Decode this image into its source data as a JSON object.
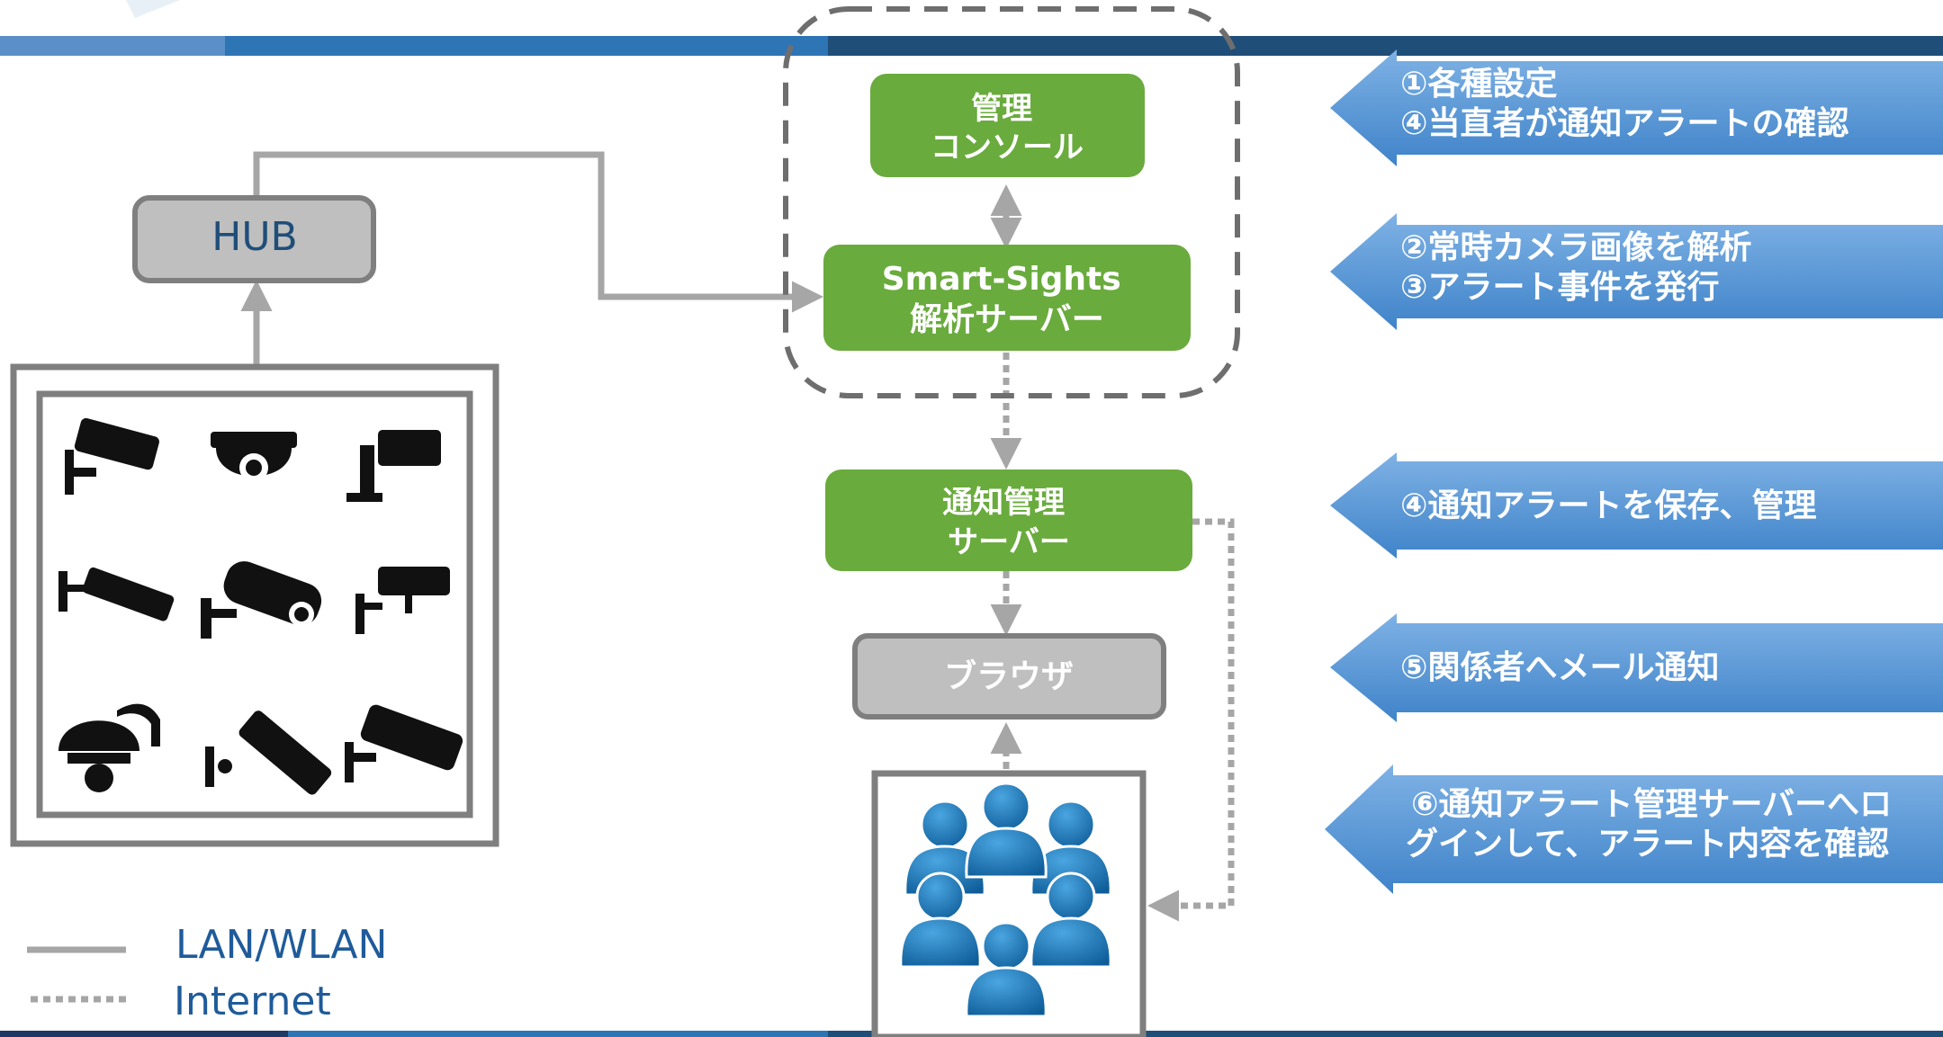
{
  "nodes": {
    "hub": "HUB",
    "console": [
      "管理",
      "コンソール"
    ],
    "analysis_server": [
      "Smart-Sights",
      "解析サーバー"
    ],
    "notification_server": [
      "通知管理",
      "サーバー"
    ],
    "browser": "ブラウザ"
  },
  "callouts": [
    [
      "①各種設定",
      "④当直者が通知アラートの確認"
    ],
    [
      "②常時カメラ画像を解析",
      "③アラート事件を発行"
    ],
    [
      "④通知アラートを保存、管理"
    ],
    [
      "⑤関係者へメール通知"
    ],
    [
      "⑥通知アラート管理サーバーへロ",
      "グインして、アラート内容を確認"
    ]
  ],
  "legend": {
    "lan": "LAN/WLAN",
    "internet": "Internet"
  },
  "colors": {
    "green": "#6aab3d",
    "gray_node": "#bfbfbf",
    "gray_border": "#7f7f7f",
    "line": "#a6a6a6",
    "callout_blue": "#5d9ad6",
    "legend_text": "#1f5b9a",
    "banner_dark": "#1f4e79",
    "banner_mid": "#2e75b6"
  },
  "icons": [
    "camera-icon",
    "people-group-icon"
  ]
}
